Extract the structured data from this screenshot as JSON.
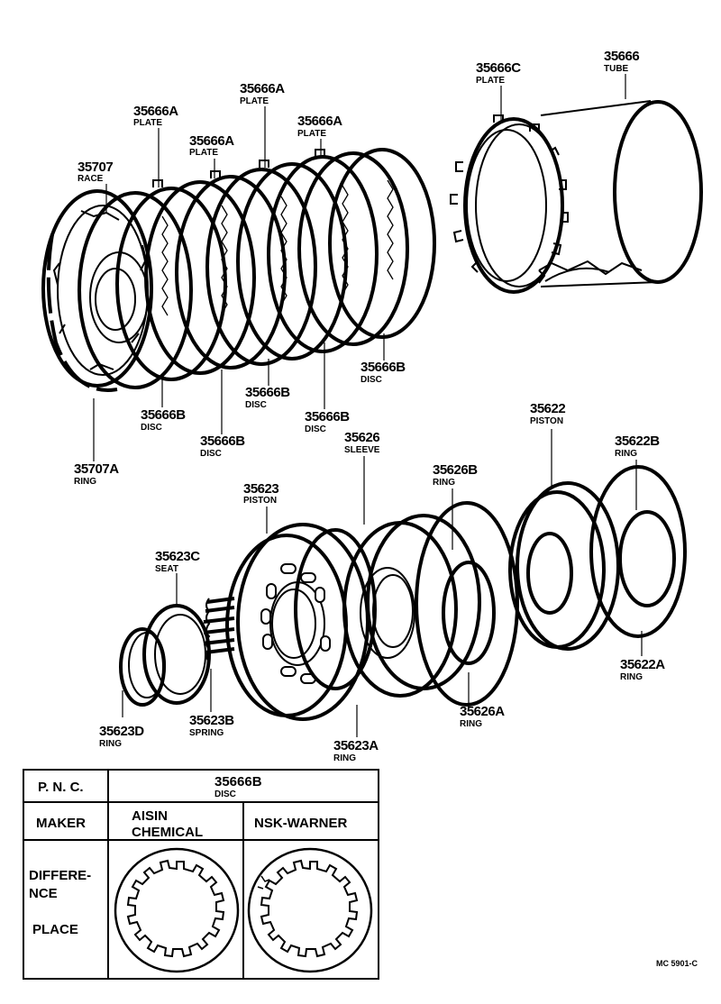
{
  "labels": {
    "p35666c": {
      "pn": "35666C",
      "name": "PLATE"
    },
    "p35666": {
      "pn": "35666",
      "name": "TUBE"
    },
    "p35666a_1": {
      "pn": "35666A",
      "name": "PLATE"
    },
    "p35666a_2": {
      "pn": "35666A",
      "name": "PLATE"
    },
    "p35666a_3": {
      "pn": "35666A",
      "name": "PLATE"
    },
    "p35666a_4": {
      "pn": "35666A",
      "name": "PLATE"
    },
    "p35707": {
      "pn": "35707",
      "name": "RACE"
    },
    "p35707a": {
      "pn": "35707A",
      "name": "RING"
    },
    "p35666b_1": {
      "pn": "35666B",
      "name": "DISC"
    },
    "p35666b_2": {
      "pn": "35666B",
      "name": "DISC"
    },
    "p35666b_3": {
      "pn": "35666B",
      "name": "DISC"
    },
    "p35666b_4": {
      "pn": "35666B",
      "name": "DISC"
    },
    "p35666b_5": {
      "pn": "35666B",
      "name": "DISC"
    },
    "p35622": {
      "pn": "35622",
      "name": "PISTON"
    },
    "p35622b": {
      "pn": "35622B",
      "name": "RING"
    },
    "p35622a": {
      "pn": "35622A",
      "name": "RING"
    },
    "p35626": {
      "pn": "35626",
      "name": "SLEEVE"
    },
    "p35626b": {
      "pn": "35626B",
      "name": "RING"
    },
    "p35626a": {
      "pn": "35626A",
      "name": "RING"
    },
    "p35623": {
      "pn": "35623",
      "name": "PISTON"
    },
    "p35623c": {
      "pn": "35623C",
      "name": "SEAT"
    },
    "p35623d": {
      "pn": "35623D",
      "name": "RING"
    },
    "p35623b": {
      "pn": "35623B",
      "name": "SPRING"
    },
    "p35623a": {
      "pn": "35623A",
      "name": "RING"
    }
  },
  "table": {
    "pnc_header": "P. N. C.",
    "pnc_value": "35666B",
    "pnc_name": "DISC",
    "maker_header": "MAKER",
    "maker_1_line1": "AISIN",
    "maker_1_line2": "CHEMICAL",
    "maker_2": "NSK-WARNER",
    "difference_line1": "DIFFERE-",
    "difference_line2": "NCE",
    "place": "PLACE"
  },
  "drawing_code": "MC 5901-C"
}
